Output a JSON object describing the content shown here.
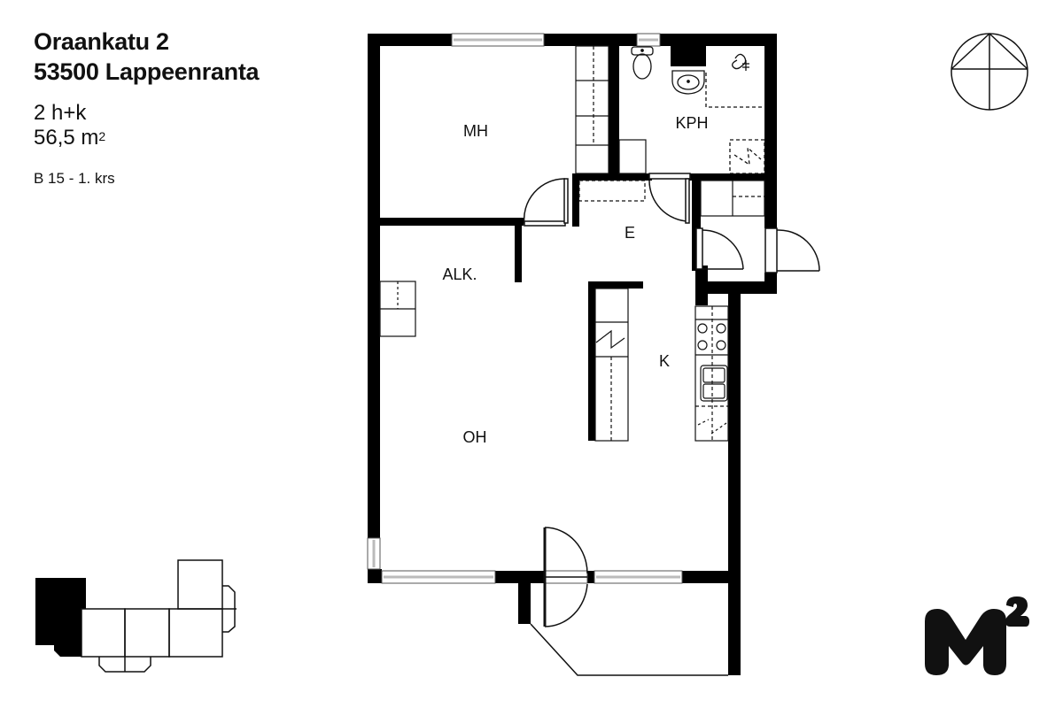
{
  "listing": {
    "street": "Oraankatu 2",
    "postal_city": "53500 Lappeenranta",
    "room_type": "2 h+k",
    "area_value": "56,5 m",
    "area_unit_sup": "2",
    "unit_floor": "B 15 - 1. krs"
  },
  "rooms": {
    "mh": "MH",
    "kph": "KPH",
    "e": "E",
    "alk": "ALK.",
    "k": "K",
    "oh": "OH"
  },
  "icons": {
    "compass": "north-arrow-icon",
    "logo": "m2-logo-icon",
    "key_plan": "building-key-plan"
  },
  "logo": {
    "text": "M",
    "sup": "2"
  },
  "colors": {
    "wall": "#000000",
    "line": "#111111",
    "background": "#ffffff",
    "window": "#c8c8c8"
  }
}
